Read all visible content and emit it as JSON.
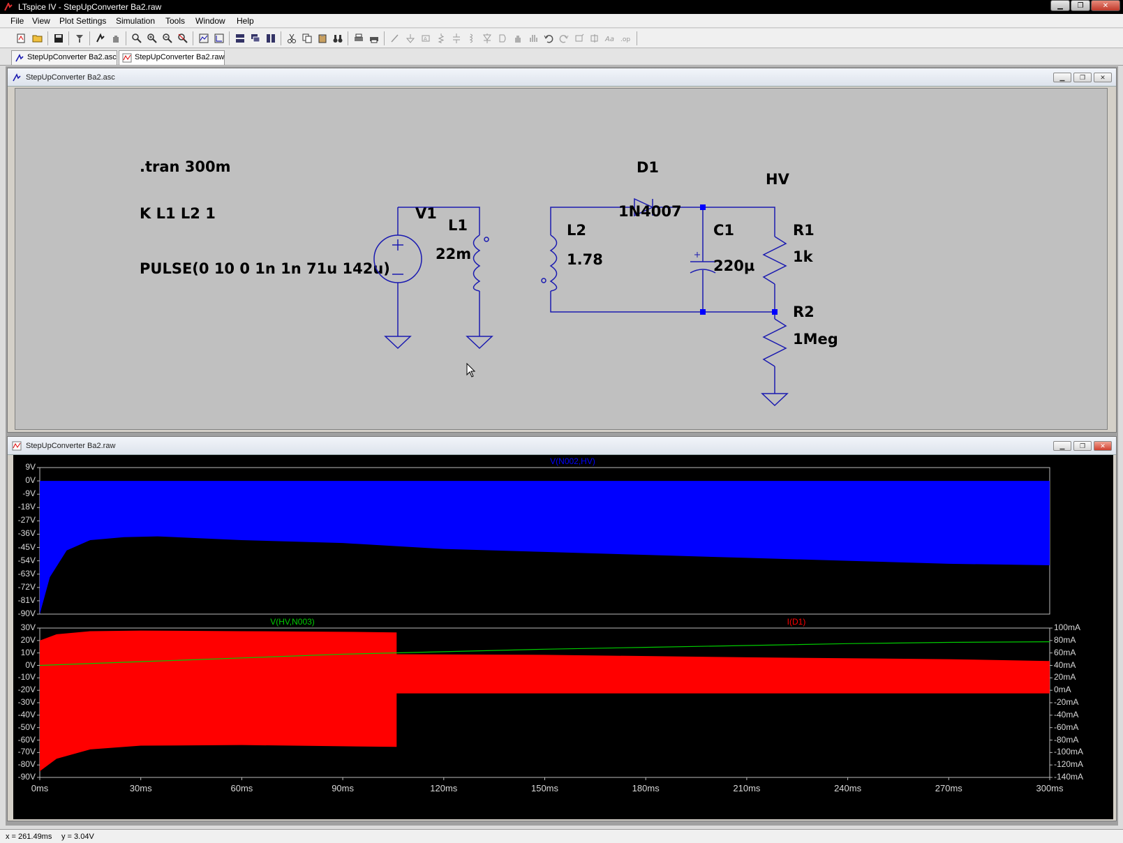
{
  "window": {
    "title": "LTspice IV - StepUpConverter Ba2.raw"
  },
  "menu": {
    "items": [
      "File",
      "View",
      "Plot Settings",
      "Simulation",
      "Tools",
      "Window",
      "Help"
    ]
  },
  "tabs": [
    {
      "label": "StepUpConverter Ba2.asc",
      "active": false
    },
    {
      "label": "StepUpConverter Ba2.raw",
      "active": true
    }
  ],
  "schematic": {
    "title": "StepUpConverter Ba2.asc",
    "directives": {
      "tran": ".tran 300m",
      "coupling": "K L1 L2 1",
      "pulse": "PULSE(0 10 0 1n 1n 71u 142u)"
    },
    "components": {
      "v1": {
        "name": "V1"
      },
      "l1": {
        "name": "L1",
        "value": "22m"
      },
      "l2": {
        "name": "L2",
        "value": "1.78"
      },
      "d1": {
        "name": "D1",
        "value": "1N4007"
      },
      "c1": {
        "name": "C1",
        "value": "220µ"
      },
      "r1": {
        "name": "R1",
        "value": "1k"
      },
      "r2": {
        "name": "R2",
        "value": "1Meg"
      },
      "hv": {
        "name": "HV"
      }
    },
    "colors": {
      "wire": "#1a1ab0",
      "junction": "#0000ff",
      "background": "#c0c0c0"
    }
  },
  "waveform": {
    "title": "StepUpConverter Ba2.raw",
    "colors": {
      "blue_trace": "#0000ff",
      "green_trace": "#00cc00",
      "red_trace": "#ff0000",
      "background": "#000000"
    }
  },
  "chart_data": [
    {
      "type": "area",
      "title": "V(N002,HV)",
      "series": [
        {
          "name": "V(N002,HV)",
          "color": "#0000ff",
          "envelope_upper": [
            [
              0,
              0
            ],
            [
              300,
              0
            ]
          ],
          "envelope_lower": [
            [
              0,
              -90
            ],
            [
              3,
              -65
            ],
            [
              8,
              -47
            ],
            [
              15,
              -40
            ],
            [
              25,
              -38
            ],
            [
              35,
              -37.5
            ],
            [
              60,
              -40
            ],
            [
              90,
              -42
            ],
            [
              120,
              -46
            ],
            [
              150,
              -48
            ],
            [
              180,
              -50
            ],
            [
              210,
              -52
            ],
            [
              240,
              -54
            ],
            [
              270,
              -56
            ],
            [
              300,
              -57
            ]
          ]
        }
      ],
      "x": {
        "ticks": [
          "0ms",
          "30ms",
          "60ms",
          "90ms",
          "120ms",
          "150ms",
          "180ms",
          "210ms",
          "240ms",
          "270ms",
          "300ms"
        ],
        "range": [
          0,
          300
        ]
      },
      "y": {
        "ticks": [
          "9V",
          "0V",
          "-9V",
          "-18V",
          "-27V",
          "-36V",
          "-45V",
          "-54V",
          "-63V",
          "-72V",
          "-81V",
          "-90V"
        ],
        "range": [
          -90,
          9
        ]
      }
    },
    {
      "type": "line",
      "series": [
        {
          "name": "V(HV,N003)",
          "color": "#00cc00",
          "axis": "left",
          "points": [
            [
              0,
              0
            ],
            [
              30,
              3
            ],
            [
              60,
              6
            ],
            [
              90,
              9
            ],
            [
              120,
              11
            ],
            [
              150,
              13
            ],
            [
              180,
              14.5
            ],
            [
              210,
              16
            ],
            [
              240,
              17.5
            ],
            [
              270,
              18.5
            ],
            [
              300,
              19
            ]
          ]
        },
        {
          "name": "I(D1)",
          "color": "#ff0000",
          "axis": "right",
          "envelope_upper": [
            [
              0,
              80
            ],
            [
              5,
              90
            ],
            [
              15,
              95
            ],
            [
              30,
              96
            ],
            [
              60,
              95
            ],
            [
              90,
              94
            ],
            [
              106,
              93
            ],
            [
              106,
              58
            ],
            [
              150,
              57
            ],
            [
              210,
              53
            ],
            [
              270,
              50
            ],
            [
              300,
              47
            ]
          ],
          "envelope_lower": [
            [
              0,
              -130
            ],
            [
              5,
              -110
            ],
            [
              15,
              -95
            ],
            [
              30,
              -89
            ],
            [
              60,
              -88
            ],
            [
              90,
              -90
            ],
            [
              106,
              -91
            ],
            [
              106,
              -5
            ],
            [
              300,
              -5
            ]
          ]
        }
      ],
      "x": {
        "ticks": [
          "0ms",
          "30ms",
          "60ms",
          "90ms",
          "120ms",
          "150ms",
          "180ms",
          "210ms",
          "240ms",
          "270ms",
          "300ms"
        ],
        "range": [
          0,
          300
        ]
      },
      "y_left": {
        "ticks": [
          "30V",
          "20V",
          "10V",
          "0V",
          "-10V",
          "-20V",
          "-30V",
          "-40V",
          "-50V",
          "-60V",
          "-70V",
          "-80V",
          "-90V"
        ],
        "range": [
          -90,
          30
        ]
      },
      "y_right": {
        "ticks": [
          "100mA",
          "80mA",
          "60mA",
          "40mA",
          "20mA",
          "0mA",
          "-20mA",
          "-40mA",
          "-60mA",
          "-80mA",
          "-100mA",
          "-120mA",
          "-140mA"
        ],
        "range": [
          -140,
          100
        ]
      }
    }
  ],
  "status": {
    "x_readout": "x = 261.49ms",
    "y_readout": "y = 3.04V"
  }
}
